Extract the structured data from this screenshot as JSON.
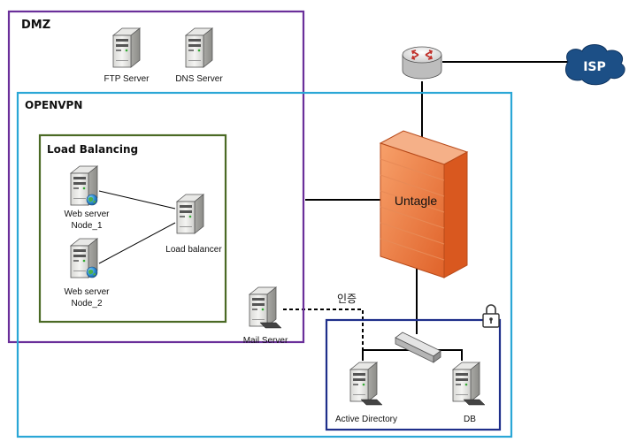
{
  "zones": {
    "dmz": "DMZ",
    "openvpn": "OPENVPN",
    "load_balancing": "Load Balancing"
  },
  "nodes": {
    "ftp_server": "FTP Server",
    "dns_server": "DNS Server",
    "web_server_1": [
      "Web server",
      "Node_1"
    ],
    "web_server_2": [
      "Web server",
      "Node_2"
    ],
    "load_balancer": "Load balancer",
    "mail_server": "Mail Server",
    "firewall": "Untagle",
    "isp": "ISP",
    "active_directory": "Active Directory",
    "db": "DB"
  },
  "links": {
    "auth_label": "인증"
  },
  "colors": {
    "dmz_border": "#6a2f9a",
    "openvpn_border": "#2aa7d6",
    "lb_border": "#4b6a25",
    "secure_border": "#1f2f8a",
    "firewall": "#f07b3a",
    "isp_cloud": "#1c4f86"
  },
  "icons": [
    "server-icon",
    "router-icon",
    "cloud-icon",
    "firewall-icon",
    "switch-icon",
    "lock-icon",
    "globe-icon"
  ]
}
